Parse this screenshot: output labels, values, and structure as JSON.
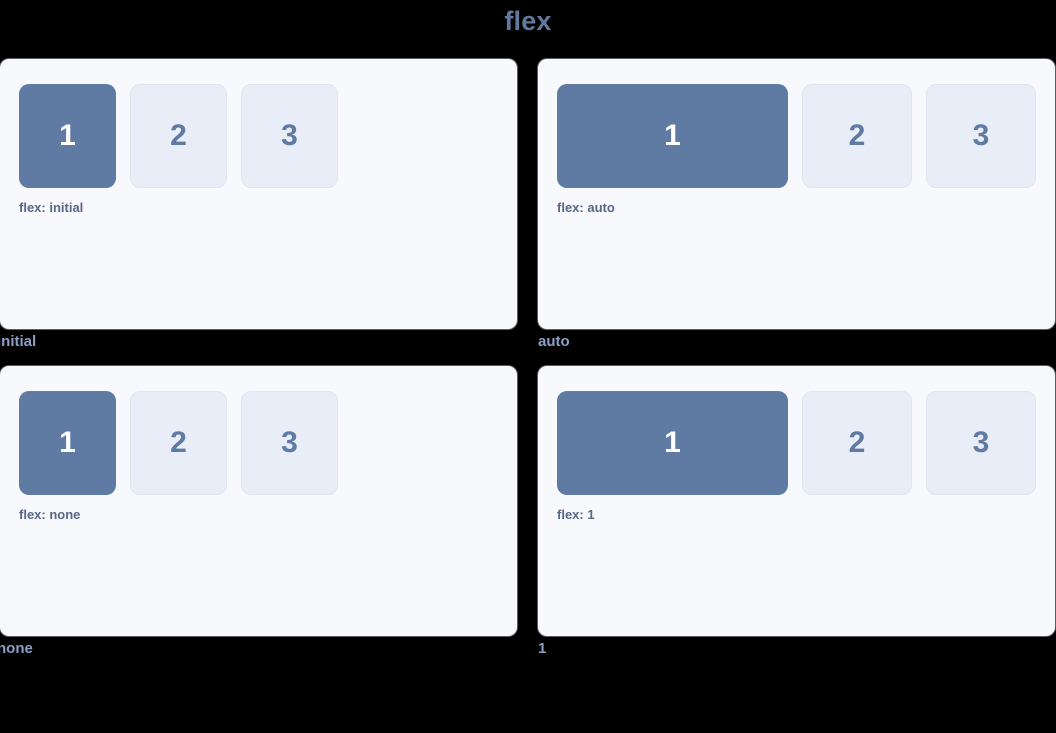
{
  "page": {
    "title": "flex",
    "background_color": "#000000",
    "title_color": "#61799d"
  },
  "theme": {
    "card_background": "#f8f9fc",
    "active_box_color": "#5f7aa3",
    "active_box_text_color": "#ffffff",
    "idle_box_color": "#e8edf7",
    "idle_box_text_color": "#5f7aa3",
    "caption_color": "#556887",
    "label_color": "#8aa0c4"
  },
  "cells": [
    {
      "label": "initial",
      "caption": "flex: initial",
      "boxes": [
        {
          "text": "1",
          "state": "active"
        },
        {
          "text": "2",
          "state": "idle"
        },
        {
          "text": "3",
          "state": "idle"
        }
      ]
    },
    {
      "label": "auto",
      "caption": "flex: auto",
      "boxes": [
        {
          "text": "1",
          "state": "active"
        },
        {
          "text": "2",
          "state": "idle"
        },
        {
          "text": "3",
          "state": "idle"
        }
      ]
    },
    {
      "label": "none",
      "caption": "flex: none",
      "boxes": [
        {
          "text": "1",
          "state": "active"
        },
        {
          "text": "2",
          "state": "idle"
        },
        {
          "text": "3",
          "state": "idle"
        }
      ]
    },
    {
      "label": "1",
      "caption": "flex: 1",
      "boxes": [
        {
          "text": "1",
          "state": "active"
        },
        {
          "text": "2",
          "state": "idle"
        },
        {
          "text": "3",
          "state": "idle"
        }
      ]
    }
  ]
}
